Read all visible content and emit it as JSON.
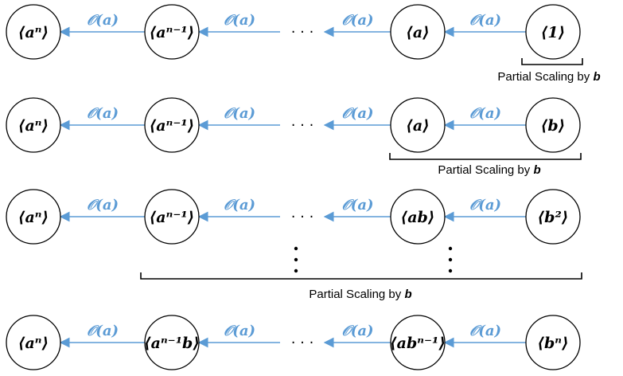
{
  "edge_label": "𝒪(a)",
  "ellipsis": "· · ·",
  "vertical_dots": "·",
  "scaling_text": "Partial Scaling by ",
  "scaling_var": "b",
  "colors": {
    "edge": "#5b9bd5",
    "node_stroke": "#000000",
    "node_fill": "#ffffff"
  },
  "rows": [
    {
      "nodes": [
        "⟨aⁿ⟩",
        "⟨aⁿ⁻¹⟩",
        "⟨a⟩",
        "⟨1⟩"
      ],
      "dots": "· · ·"
    },
    {
      "nodes": [
        "⟨aⁿ⟩",
        "⟨aⁿ⁻¹⟩",
        "⟨a⟩",
        "⟨b⟩"
      ],
      "dots": "· · ·"
    },
    {
      "nodes": [
        "⟨aⁿ⟩",
        "⟨aⁿ⁻¹⟩",
        "⟨ab⟩",
        "⟨b²⟩"
      ],
      "dots": "· · ·"
    },
    {
      "nodes": [
        "⟨aⁿ⟩",
        "⟨aⁿ⁻¹b⟩",
        "⟨abⁿ⁻¹⟩",
        "⟨bⁿ⟩"
      ],
      "dots": "· · ·"
    }
  ],
  "brackets": [
    {
      "label_prefix": "Partial Scaling by ",
      "label_var": "b"
    },
    {
      "label_prefix": "Partial Scaling by ",
      "label_var": "b"
    },
    {
      "label_prefix": "Partial Scaling by ",
      "label_var": "b"
    }
  ]
}
